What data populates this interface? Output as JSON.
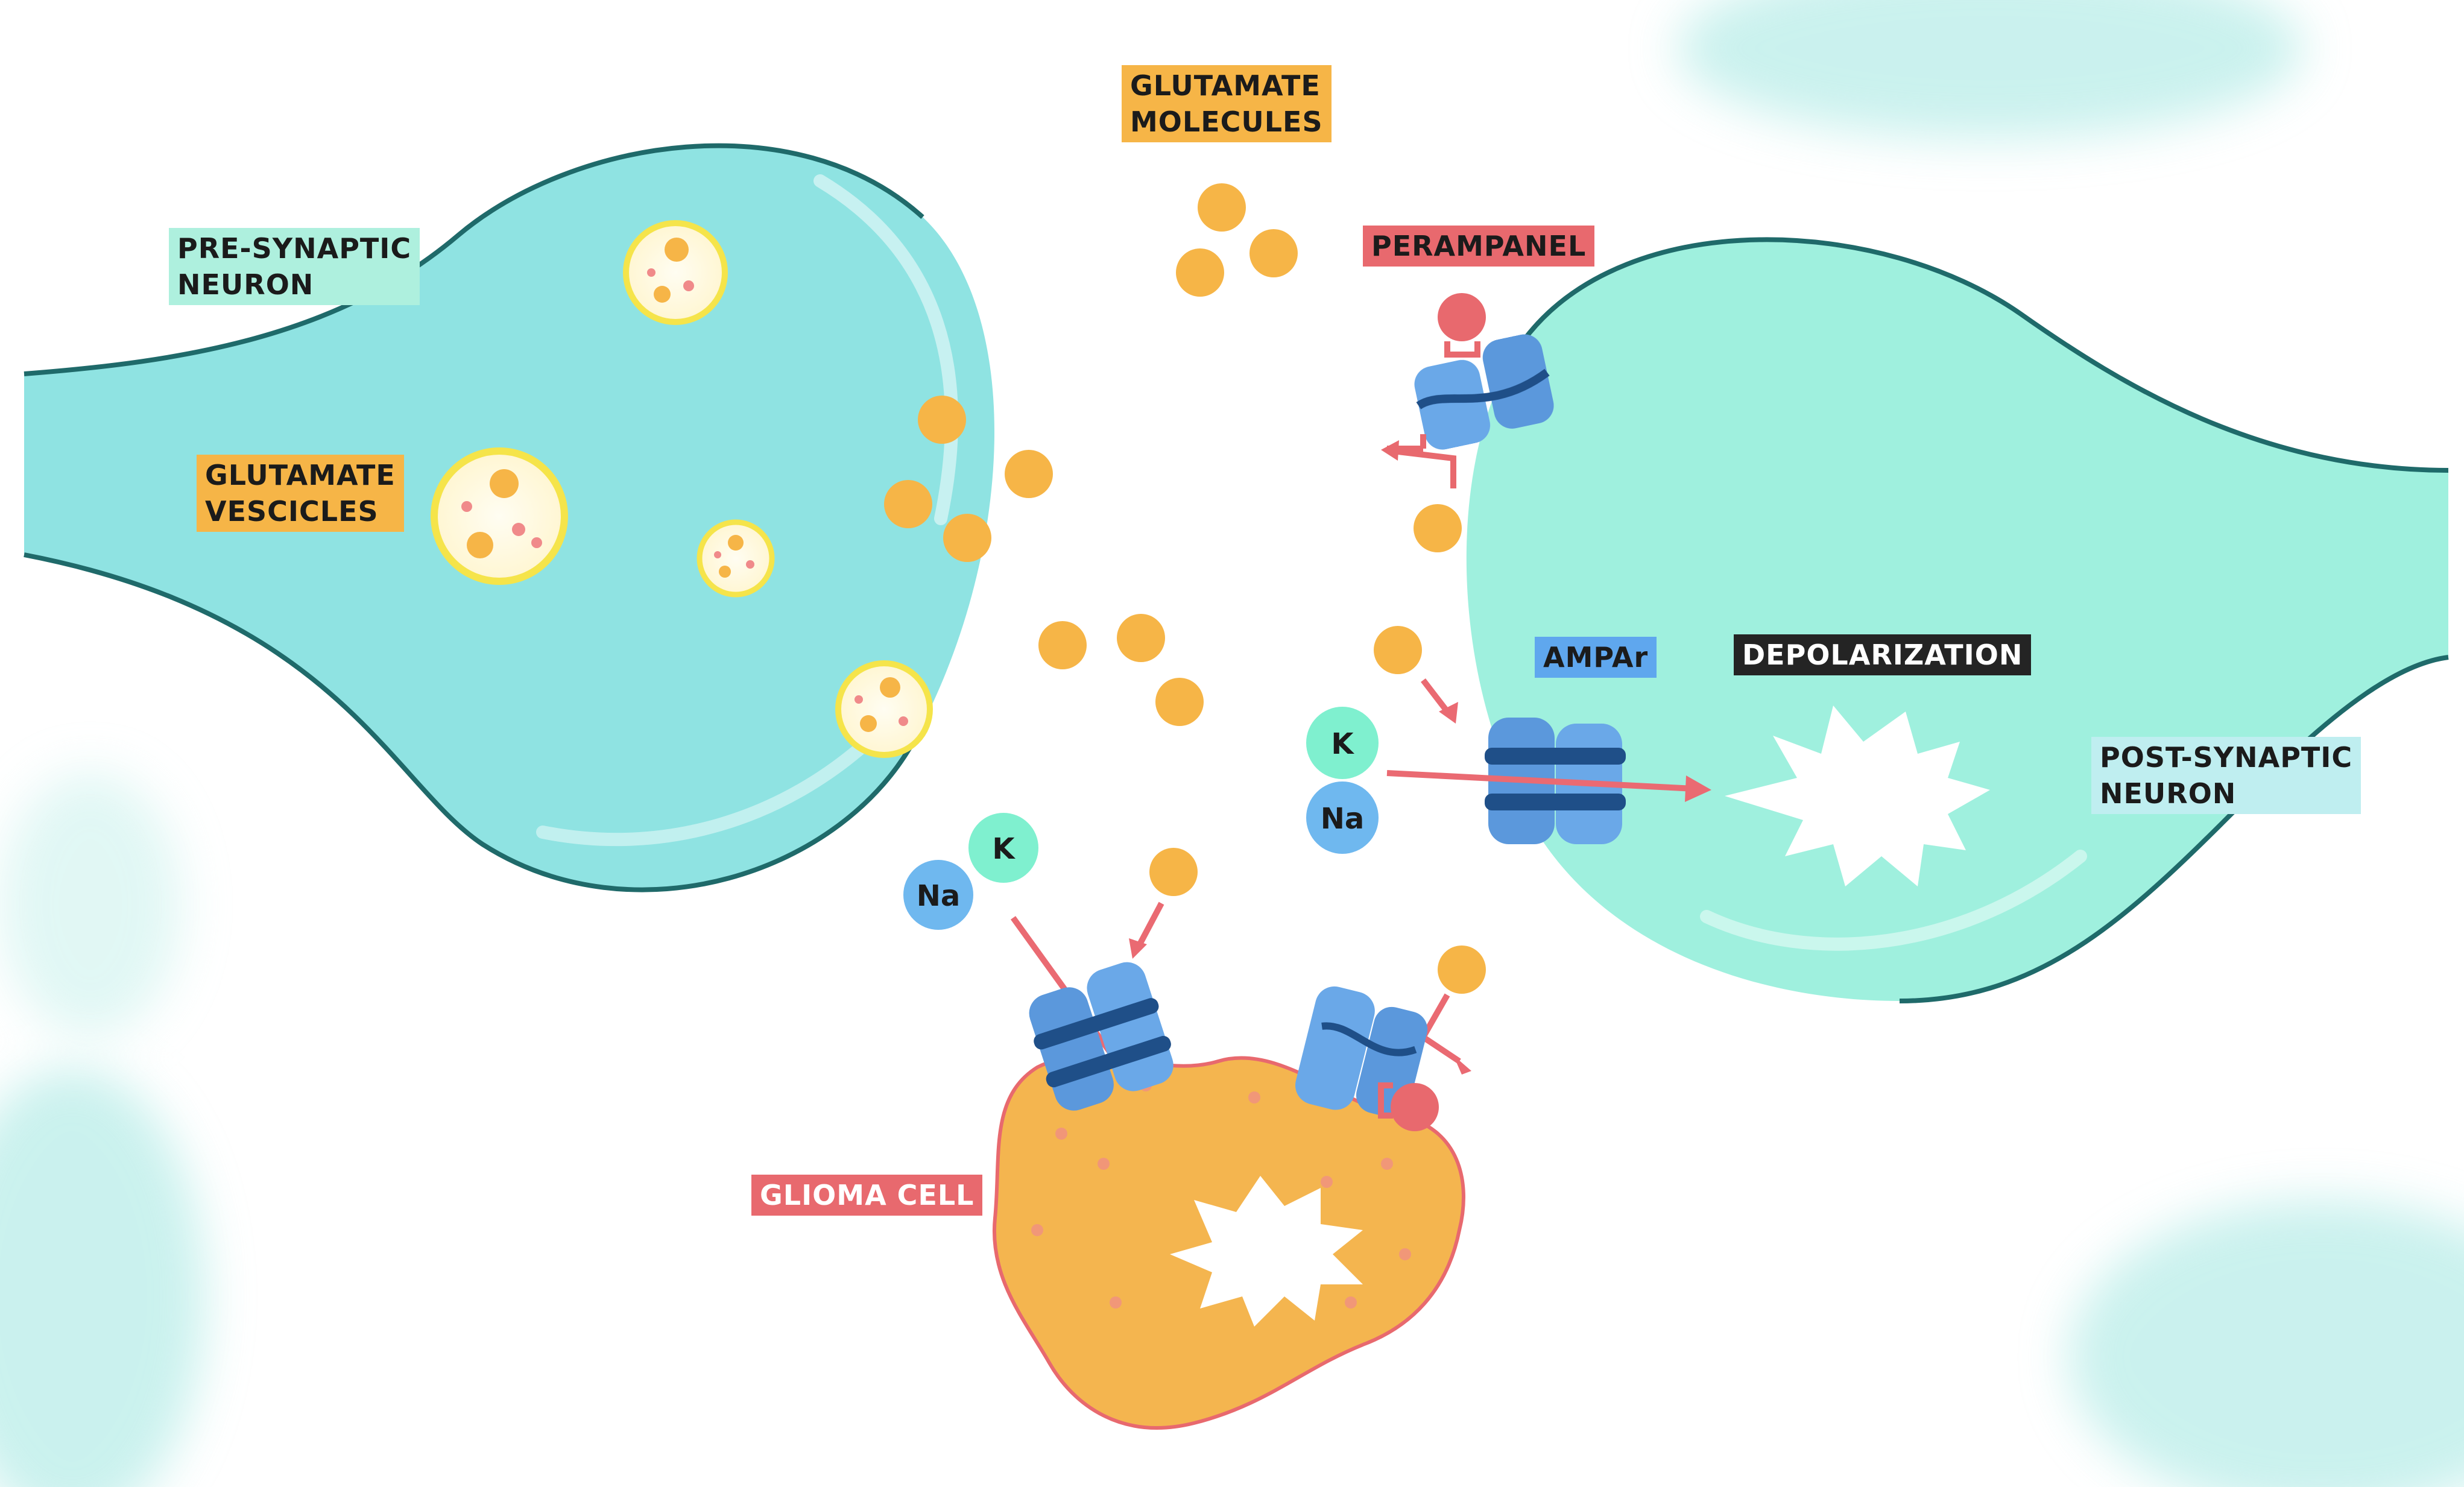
{
  "labels": {
    "pre_synaptic_neuron": "PRE-SYNAPTIC\nNEURON",
    "glutamate_vescicles": "GLUTAMATE\nVESCICLES",
    "glutamate_molecules": "GLUTAMATE\nMOLECULES",
    "perampanel": "PERAMPANEL",
    "ampar": "AMPAr",
    "depolarization": "DEPOLARIZATION",
    "post_synaptic_neuron": "POST-SYNAPTIC\nNEURON",
    "glioma_cell": "GLIOMA CELL"
  },
  "ions": {
    "k": "K",
    "na": "Na"
  },
  "colors": {
    "presynaptic": "#8ee3e2",
    "postsynaptic": "#9ef0de",
    "glutamate": "#f6b547",
    "glioma": "#f4b54f",
    "perampanel": "#e8696e",
    "receptor": "#6aa8e8",
    "receptor_dark": "#1f4f88",
    "potassium": "#7ff0cf",
    "sodium": "#6fb8ef",
    "arrow": "#ea6a72"
  }
}
